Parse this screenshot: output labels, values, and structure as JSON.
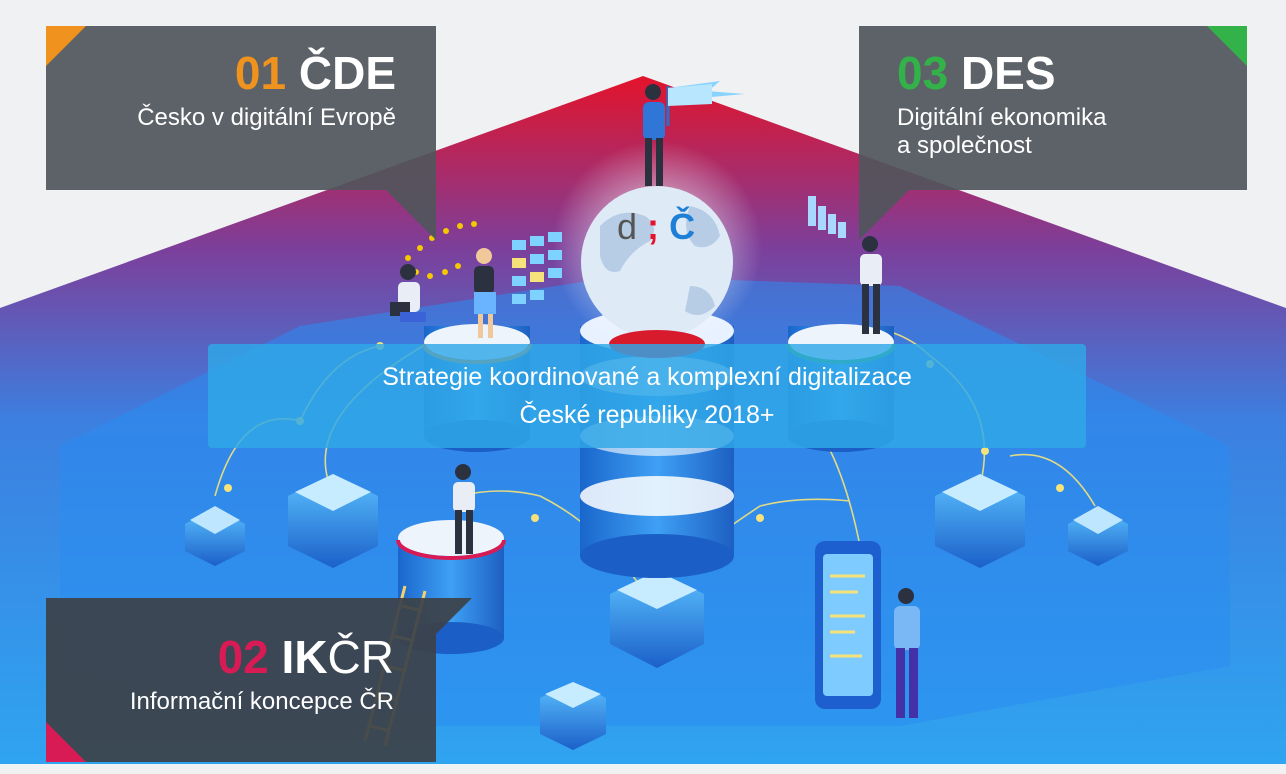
{
  "panels": {
    "cde": {
      "num": "01",
      "code": "ČDE",
      "subtitle": "Česko v digitální Evropě",
      "accent": "#f0921e"
    },
    "des": {
      "num": "03",
      "code": "DES",
      "subtitle_line1": "Digitální ekonomika",
      "subtitle_line2": "a společnost",
      "accent": "#33b24a"
    },
    "ik": {
      "num": "02",
      "code_bold": "IK",
      "code_regular": "ČR",
      "subtitle": "Informační koncepce ČR",
      "accent": "#d81b55"
    }
  },
  "banner": {
    "line1": "Strategie koordinované a komplexní digitalizace",
    "line2": "České republiky 2018+"
  },
  "logo": {
    "left": "d",
    "right": "Č"
  },
  "colors": {
    "banner_bg": "#30a8e8",
    "panel_bg": "#5b6166",
    "platform_blue": "#2a8fe6",
    "red_glow": "#e3132b"
  },
  "icons": [
    "flag-icon",
    "eu-stars-icon",
    "bar-chart-icon",
    "folder-grid-icon",
    "smartphone-icon",
    "server-icon"
  ]
}
